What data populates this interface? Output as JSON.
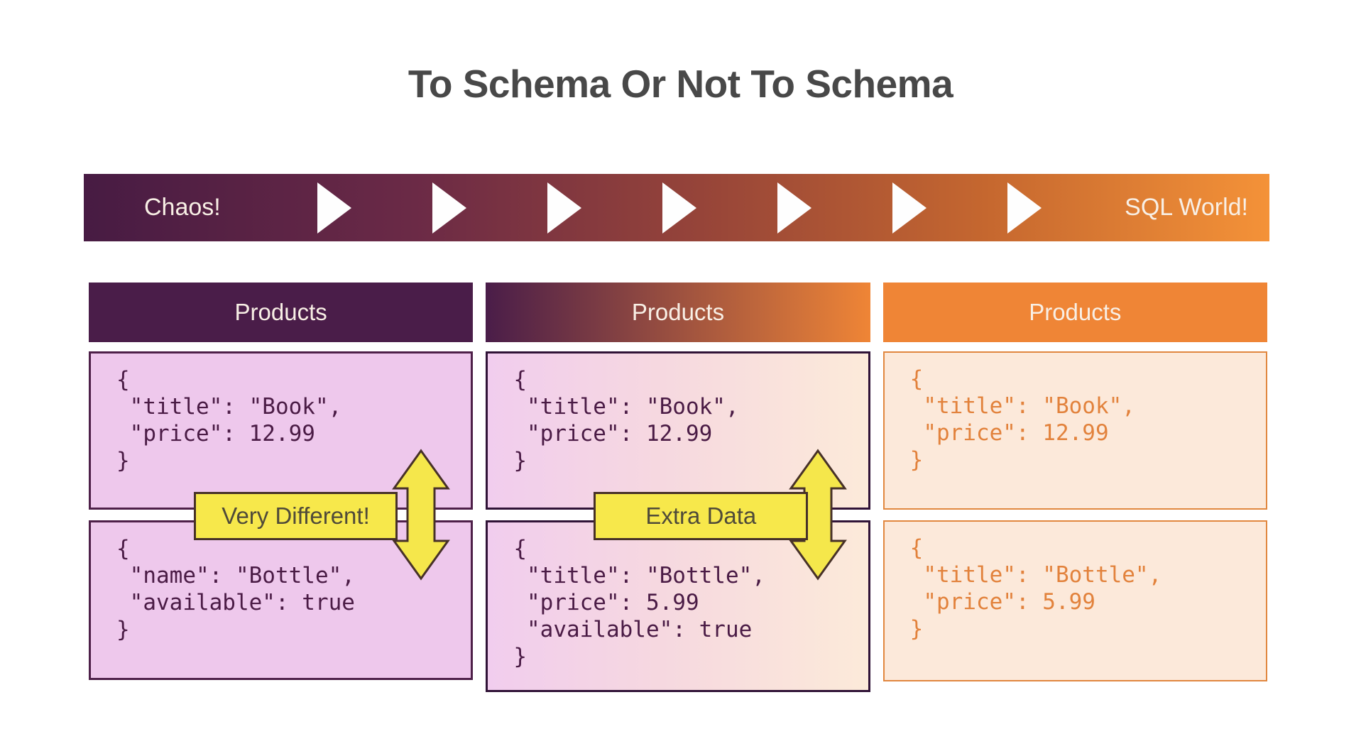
{
  "page": {
    "title": "To Schema Or Not To Schema"
  },
  "flow_bar": {
    "left_label": "Chaos!",
    "right_label": "SQL World!",
    "arrow_count": 7
  },
  "columns": [
    {
      "header": "Products",
      "callout": "Very Different!",
      "boxes": {
        "top": "{\n \"title\": \"Book\",\n \"price\": 12.99\n}",
        "bottom": "{\n \"name\": \"Bottle\",\n \"available\": true\n}"
      }
    },
    {
      "header": "Products",
      "callout": "Extra Data",
      "boxes": {
        "top": "{\n \"title\": \"Book\",\n \"price\": 12.99\n}",
        "bottom": "{\n \"title\": \"Bottle\",\n \"price\": 5.99\n \"available\": true\n}"
      }
    },
    {
      "header": "Products",
      "boxes": {
        "top": "{\n \"title\": \"Book\",\n \"price\": 12.99\n}",
        "bottom": "{\n \"title\": \"Bottle\",\n \"price\": 5.99\n}"
      }
    }
  ],
  "colors": {
    "purple_dark": "#4a1d49",
    "orange": "#ef8536",
    "pink_box_bg": "#eec8ec",
    "peach_box_bg": "#fce9da",
    "code_purple": "#4a1b45",
    "code_orange": "#e2823c",
    "callout_yellow": "#f7e84b",
    "bar_text_cream": "#f8efe5",
    "title_gray": "#484848"
  }
}
